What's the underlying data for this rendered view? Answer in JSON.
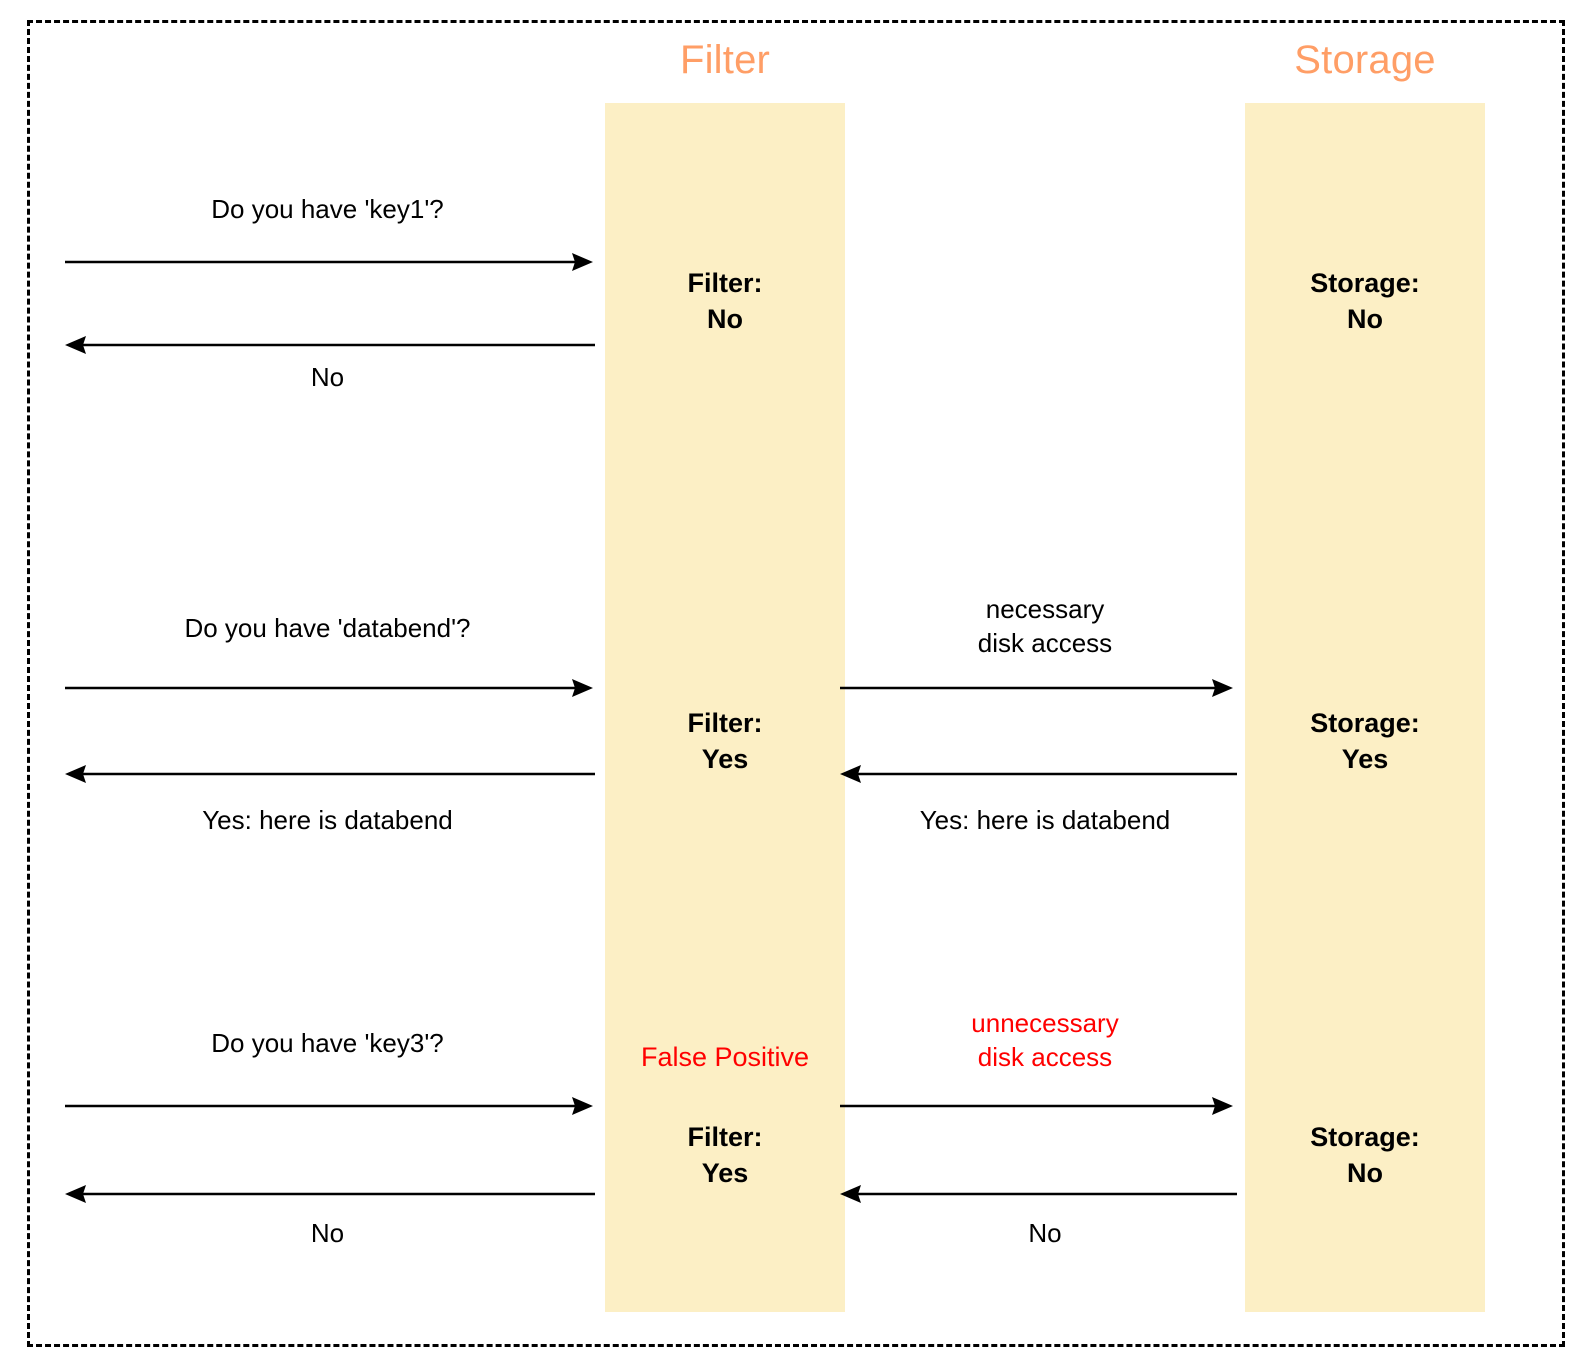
{
  "diagram": {
    "title_alt": "Bloom filter lookup sequence",
    "frame": {
      "style": "dashed",
      "color": "#000000"
    },
    "accent_color": "#FF9E66",
    "band_color": "#FCEFC5",
    "red_color": "#FF0000",
    "text_color": "#000000"
  },
  "lanes": [
    {
      "id": "filter",
      "title": "Filter"
    },
    {
      "id": "storage",
      "title": "Storage"
    }
  ],
  "scenarios": [
    {
      "id": "key1",
      "client_request": "Do you have 'key1'?",
      "client_response": "No",
      "filter_state": "Filter:\nNo",
      "storage_state": "Storage:\nNo",
      "filter_note": null,
      "disk_note": null,
      "storage_request": null,
      "storage_response": null
    },
    {
      "id": "databend",
      "client_request": "Do you have 'databend'?",
      "client_response": "Yes: here is databend",
      "filter_state": "Filter:\nYes",
      "storage_state": "Storage:\nYes",
      "filter_note": null,
      "disk_note": "necessary\ndisk access",
      "disk_note_color": "black",
      "storage_request": "",
      "storage_response": "Yes: here is databend"
    },
    {
      "id": "key3",
      "client_request": "Do you have 'key3'?",
      "client_response": "No",
      "filter_state": "Filter:\nYes",
      "storage_state": "Storage:\nNo",
      "filter_note": "False Positive",
      "disk_note": "unnecessary\ndisk access",
      "disk_note_color": "red",
      "storage_request": "",
      "storage_response": "No"
    }
  ]
}
